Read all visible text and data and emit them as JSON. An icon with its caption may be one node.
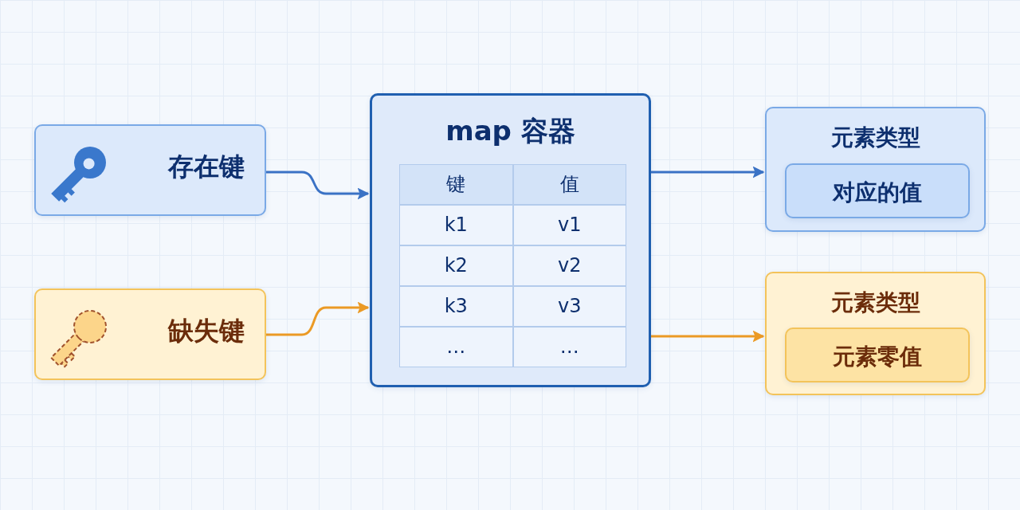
{
  "diagram": {
    "nodes": [
      {
        "text": [
          "存在键"
        ]
      },
      {
        "text": [
          "缺失键"
        ]
      },
      {
        "text": [
          "map 容器"
        ]
      },
      {
        "text": [
          "元素类型"
        ]
      },
      {
        "text": [
          "对应的值"
        ],
        "in": 3
      },
      {
        "text": [
          "元素类型"
        ]
      },
      {
        "text": [
          "元素零值"
        ],
        "in": 5
      }
    ],
    "edges": [
      {
        "from": 0,
        "to": 2,
        "arrow": "to",
        "color": "#3a72c5"
      },
      {
        "from": 1,
        "to": 2,
        "arrow": "to",
        "color": "#eb9a25"
      },
      {
        "from": 2,
        "to": 3,
        "arrow": "to",
        "color": "#3a72c5"
      },
      {
        "from": 2,
        "to": 5,
        "arrow": "to",
        "color": "#eb9a25"
      }
    ],
    "labels": [
      "键",
      "值",
      "k1",
      "v1",
      "k2",
      "v2",
      "k3",
      "v3",
      "…",
      "…"
    ]
  }
}
